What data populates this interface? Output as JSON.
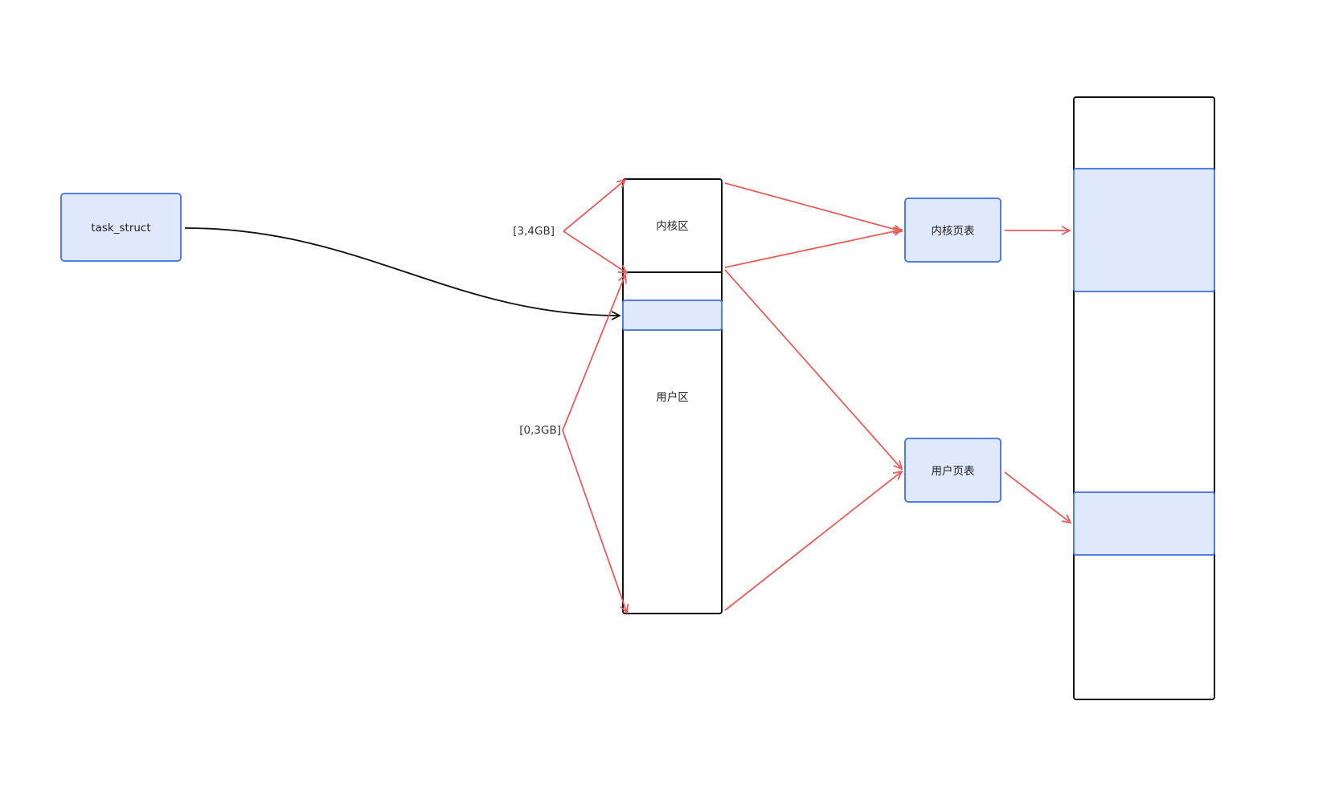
{
  "nodes": {
    "task_struct": "task_struct",
    "kernel_area": "内核区",
    "user_area": "用户区",
    "kernel_page_table": "内核页表",
    "user_page_table": "用户页表"
  },
  "ranges": {
    "kernel_range": "[3,4GB]",
    "user_range": "[0,3GB]"
  },
  "colors": {
    "node_fill": "#e0e8fc",
    "node_border": "#4f7fe6",
    "arrow_red": "#ee5b5b",
    "arrow_black": "#111111",
    "box_border": "#111111"
  }
}
